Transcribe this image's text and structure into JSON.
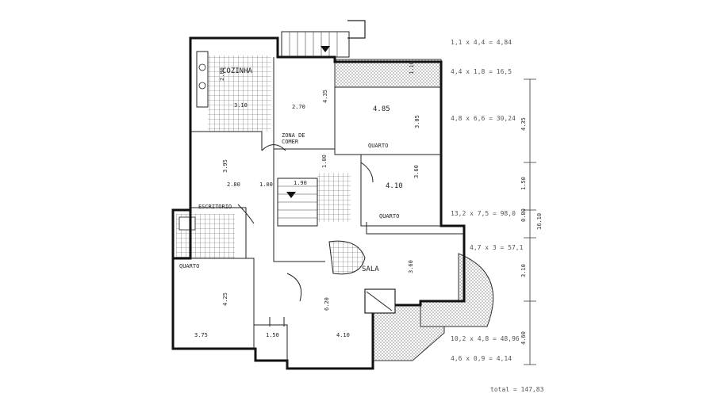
{
  "rooms": {
    "cozinha": "COZINHA",
    "zona_comer": "ZONA DE\nCOMER",
    "escritorio": "ESCRITORIO",
    "quarto_left": "QUARTO",
    "quarto_top": "QUARTO",
    "quarto_mid": "QUARTO",
    "sala": "SALA"
  },
  "dims": {
    "d_2_80_k": "2.80",
    "d_3_10_k": "3.10",
    "d_2_70": "2.70",
    "d_4_35": "4.35",
    "d_4_85": "4.85",
    "d_3_05": "3.05",
    "d_1_00_a": "1.00",
    "d_3_95": "3.95",
    "d_2_80_e": "2.80",
    "d_1_00_b": "1.00",
    "d_1_90": "1.90",
    "d_4_10_q": "4.10",
    "d_3_60_q": "3.60",
    "d_4_25": "4.25",
    "d_3_75": "3.75",
    "d_1_50": "1.50",
    "d_6_20": "6.20",
    "d_4_10_s": "4.10",
    "d_3_60_s": "3.60",
    "d_1_10": "1.10"
  },
  "notes": {
    "n1": "1,1 x 4,4 = 4,84",
    "n2": "4,4 x 1,8 = 16,5",
    "n3": "4,8 x 6,6 = 30,24",
    "n4": "13,2 x 7,5 = 98,0",
    "n5": "4,7 x 3 = 57,1",
    "n6": "10,2 x 4,8 = 48,96",
    "n7": "4,6 x 0,9 = 4,14",
    "n8": "total = 147,83"
  },
  "side_dims": {
    "s1": "4.35",
    "s2": "1.50",
    "s3": "0.80",
    "s4": "16.10",
    "s5": "3.10",
    "s6": "4.60"
  }
}
